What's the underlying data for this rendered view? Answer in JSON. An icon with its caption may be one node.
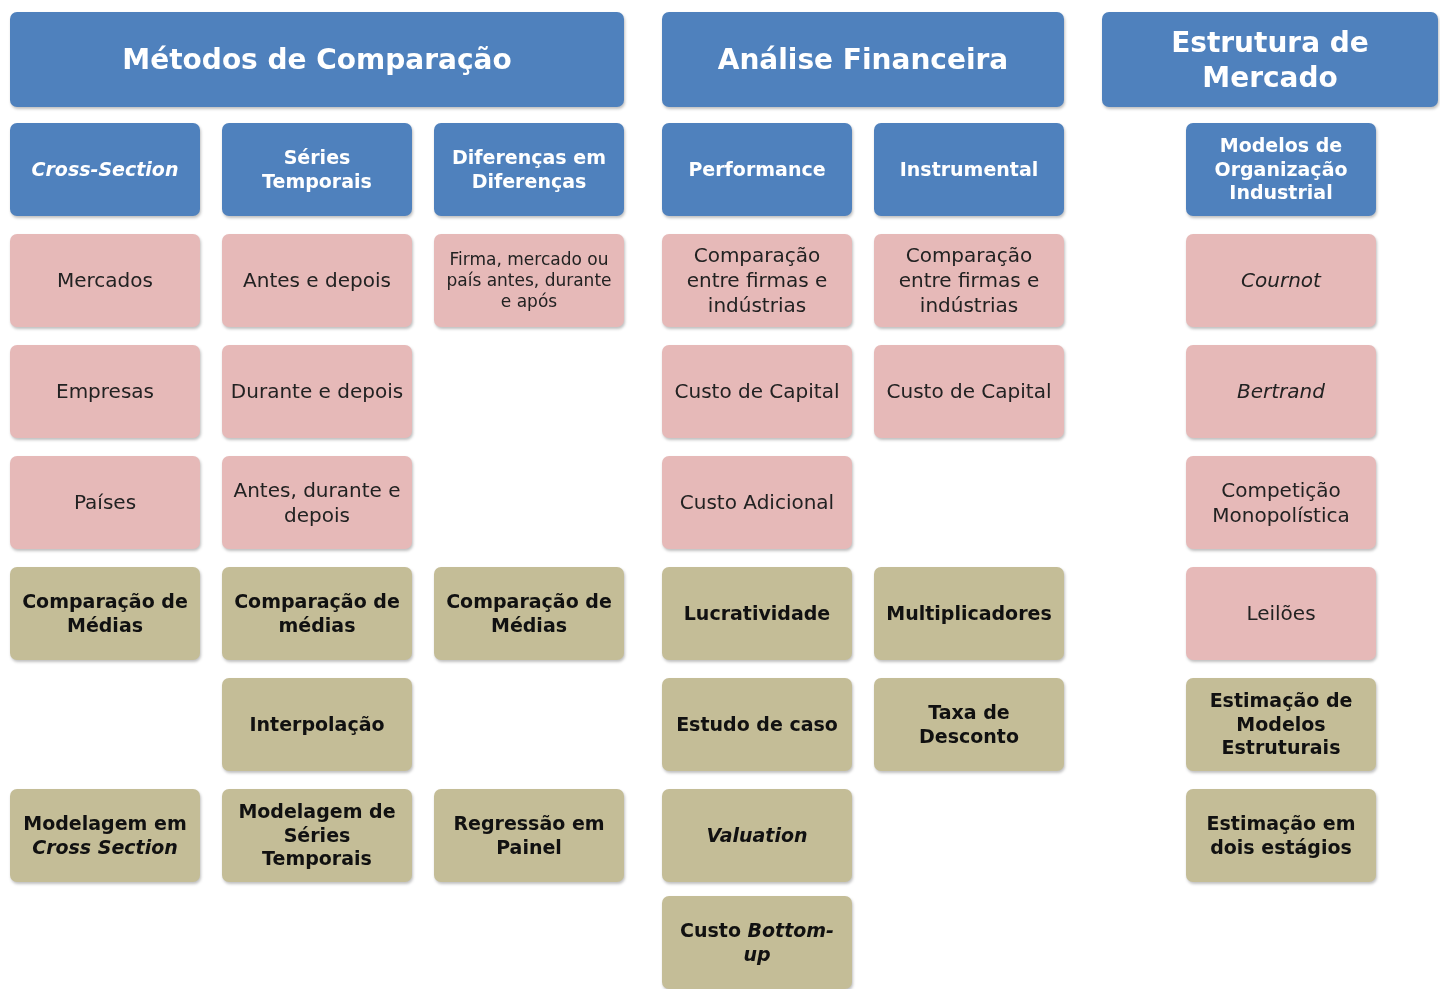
{
  "diagram": {
    "nodes": [
      {
        "text": [
          "Métodos de Comparação"
        ]
      },
      {
        "text": [
          "Análise Financeira"
        ]
      },
      {
        "text": [
          "Estrutura de Mercado"
        ]
      },
      {
        "text": [
          "Cross-Section"
        ]
      },
      {
        "text": [
          "Séries Temporais"
        ]
      },
      {
        "text": [
          "Diferenças em Diferenças"
        ]
      },
      {
        "text": [
          "Performance"
        ]
      },
      {
        "text": [
          "Instrumental"
        ]
      },
      {
        "text": [
          "Modelos de Organização Industrial"
        ]
      },
      {
        "text": [
          "Mercados"
        ]
      },
      {
        "text": [
          "Antes e depois"
        ]
      },
      {
        "text": [
          "Firma, mercado ou país antes, durante e após"
        ]
      },
      {
        "text": [
          "Comparação entre firmas e indústrias"
        ]
      },
      {
        "text": [
          "Comparação entre firmas e indústrias"
        ]
      },
      {
        "text": [
          "Cournot"
        ]
      },
      {
        "text": [
          "Empresas"
        ]
      },
      {
        "text": [
          "Durante e depois"
        ]
      },
      {
        "text": [
          "Custo de Capital"
        ]
      },
      {
        "text": [
          "Custo de Capital"
        ]
      },
      {
        "text": [
          "Bertrand"
        ]
      },
      {
        "text": [
          "Países"
        ]
      },
      {
        "text": [
          "Antes, durante e depois"
        ]
      },
      {
        "text": [
          "Custo Adicional"
        ]
      },
      {
        "text": [
          "Competição Monopolística"
        ]
      },
      {
        "text": [
          "Comparação de Médias"
        ]
      },
      {
        "text": [
          "Comparação de médias"
        ]
      },
      {
        "text": [
          "Comparação de Médias"
        ]
      },
      {
        "text": [
          "Lucratividade"
        ]
      },
      {
        "text": [
          "Multiplicadores"
        ]
      },
      {
        "text": [
          "Leilões"
        ]
      },
      {
        "text": [
          "Interpolação"
        ]
      },
      {
        "text": [
          "Estudo de caso"
        ]
      },
      {
        "text": [
          "Taxa de Desconto"
        ]
      },
      {
        "text": [
          "Estimação de Modelos Estruturais"
        ]
      },
      {
        "text": [
          "Modelagem em *Cross Section*"
        ]
      },
      {
        "text": [
          "Modelagem de Séries Temporais"
        ]
      },
      {
        "text": [
          "Regressão em Painel"
        ]
      },
      {
        "text": [
          "Valuation"
        ]
      },
      {
        "text": [
          "Estimação em dois estágios"
        ]
      },
      {
        "text": [
          "Custo *Bottom-up*"
        ]
      }
    ]
  }
}
